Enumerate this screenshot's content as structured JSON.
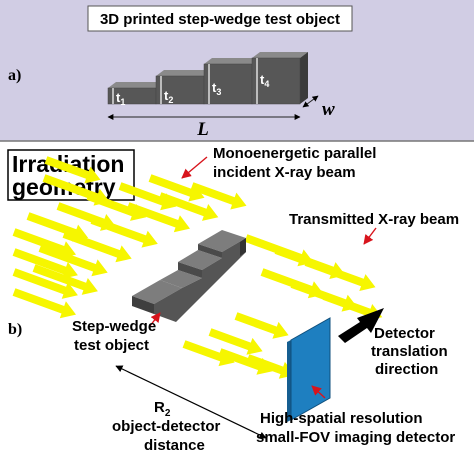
{
  "panel_a": {
    "letter": "a)",
    "title": "3D printed step-wedge test object",
    "thickness_labels": [
      {
        "main": "t",
        "sub": "1"
      },
      {
        "main": "t",
        "sub": "2"
      },
      {
        "main": "t",
        "sub": "3"
      },
      {
        "main": "t",
        "sub": "4"
      }
    ],
    "length_label": "L",
    "width_label": "w"
  },
  "panel_b": {
    "letter": "b)",
    "title_line1": "Irradiation",
    "title_line2": "geometry",
    "incident_beam_line1": "Monoenergetic  parallel",
    "incident_beam_line2": "incident X-ray beam",
    "transmitted_beam": "Transmitted X-ray beam",
    "object_line1": "Step-wedge",
    "object_line2": "test object",
    "translation_line1": "Detector",
    "translation_line2": "translation",
    "translation_line3": "direction",
    "distance_symbol": "R",
    "distance_sub": "2",
    "distance_line1": "object-detector",
    "distance_line2": "distance",
    "detector_line1": "High-spatial resolution",
    "detector_line2": "small-FOV imaging detector"
  },
  "colors": {
    "panel_a_bg": "#d1cde4",
    "beam": "#f6f600",
    "object": "#575757",
    "detector": "#2e9ad8",
    "pointer": "#d8141c"
  }
}
